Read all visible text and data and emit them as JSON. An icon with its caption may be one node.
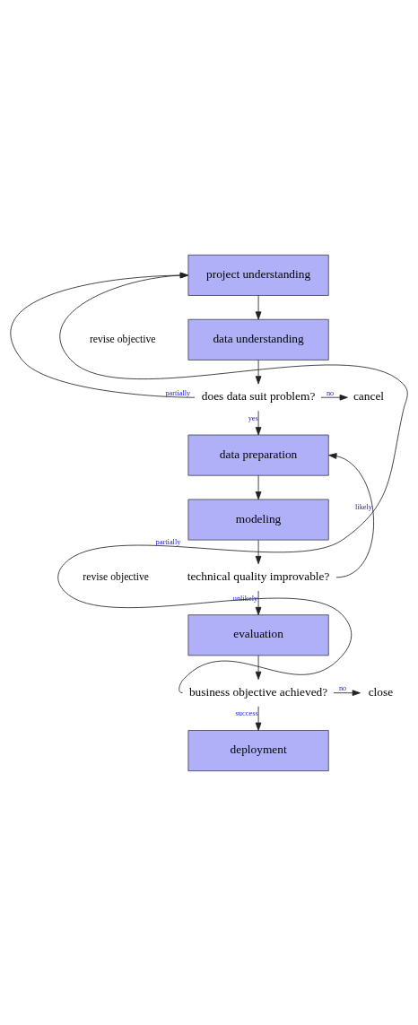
{
  "diagram": {
    "nodes": [
      {
        "text": [
          "project understanding"
        ]
      },
      {
        "text": [
          "data understanding"
        ]
      },
      {
        "text": [
          "does data suit problem?"
        ]
      },
      {
        "text": [
          "cancel"
        ]
      },
      {
        "text": [
          "data preparation"
        ]
      },
      {
        "text": [
          "modeling"
        ]
      },
      {
        "text": [
          "technical quality improvable?"
        ]
      },
      {
        "text": [
          "evaluation"
        ]
      },
      {
        "text": [
          "business objective achieved?"
        ]
      },
      {
        "text": [
          "close"
        ]
      },
      {
        "text": [
          "deployment"
        ]
      }
    ],
    "edges": [
      {
        "from": 0,
        "to": 1,
        "arrow": "to"
      },
      {
        "from": 1,
        "to": 2,
        "arrow": "to"
      },
      {
        "from": 2,
        "to": 0,
        "arrow": "to",
        "label": "partially"
      },
      {
        "from": 2,
        "to": 3,
        "arrow": "to",
        "label": "no"
      },
      {
        "from": 2,
        "to": 4,
        "arrow": "to",
        "label": "yes"
      },
      {
        "from": 4,
        "to": 5,
        "arrow": "to"
      },
      {
        "from": 5,
        "to": 6,
        "arrow": "to"
      },
      {
        "from": 6,
        "to": 4,
        "arrow": "to",
        "label": "likely"
      },
      {
        "from": 6,
        "to": 7,
        "arrow": "to",
        "label": "unlikely"
      },
      {
        "from": 7,
        "to": 8,
        "arrow": "to"
      },
      {
        "from": 8,
        "to": 0,
        "arrow": "to",
        "label": "partially"
      },
      {
        "from": 8,
        "to": 9,
        "arrow": "to",
        "label": "no"
      },
      {
        "from": 8,
        "to": 10,
        "arrow": "to",
        "label": "success"
      }
    ],
    "labels": [
      "revise objective",
      "revise objective"
    ]
  }
}
